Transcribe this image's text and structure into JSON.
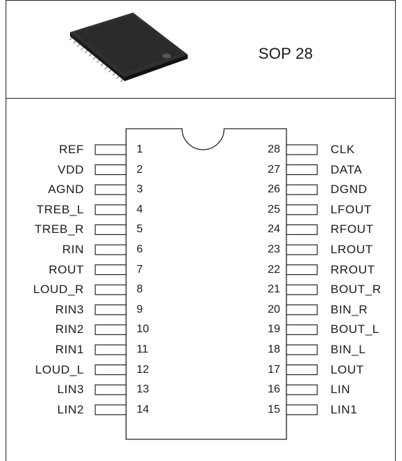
{
  "package": {
    "name": "SOP 28"
  },
  "pins_left": [
    {
      "num": "1",
      "label": "REF"
    },
    {
      "num": "2",
      "label": "VDD"
    },
    {
      "num": "3",
      "label": "AGND"
    },
    {
      "num": "4",
      "label": "TREB_L"
    },
    {
      "num": "5",
      "label": "TREB_R"
    },
    {
      "num": "6",
      "label": "RIN"
    },
    {
      "num": "7",
      "label": "ROUT"
    },
    {
      "num": "8",
      "label": "LOUD_R"
    },
    {
      "num": "9",
      "label": "RIN3"
    },
    {
      "num": "10",
      "label": "RIN2"
    },
    {
      "num": "11",
      "label": "RIN1"
    },
    {
      "num": "12",
      "label": "LOUD_L"
    },
    {
      "num": "13",
      "label": "LIN3"
    },
    {
      "num": "14",
      "label": "LIN2"
    }
  ],
  "pins_right": [
    {
      "num": "28",
      "label": "CLK"
    },
    {
      "num": "27",
      "label": "DATA"
    },
    {
      "num": "26",
      "label": "DGND"
    },
    {
      "num": "25",
      "label": "LFOUT"
    },
    {
      "num": "24",
      "label": "RFOUT"
    },
    {
      "num": "23",
      "label": "LROUT"
    },
    {
      "num": "22",
      "label": "RROUT"
    },
    {
      "num": "21",
      "label": "BOUT_R"
    },
    {
      "num": "20",
      "label": "BIN_R"
    },
    {
      "num": "19",
      "label": "BOUT_L"
    },
    {
      "num": "18",
      "label": "BIN_L"
    },
    {
      "num": "17",
      "label": "LOUT"
    },
    {
      "num": "16",
      "label": "LIN"
    },
    {
      "num": "15",
      "label": "LIN1"
    }
  ]
}
